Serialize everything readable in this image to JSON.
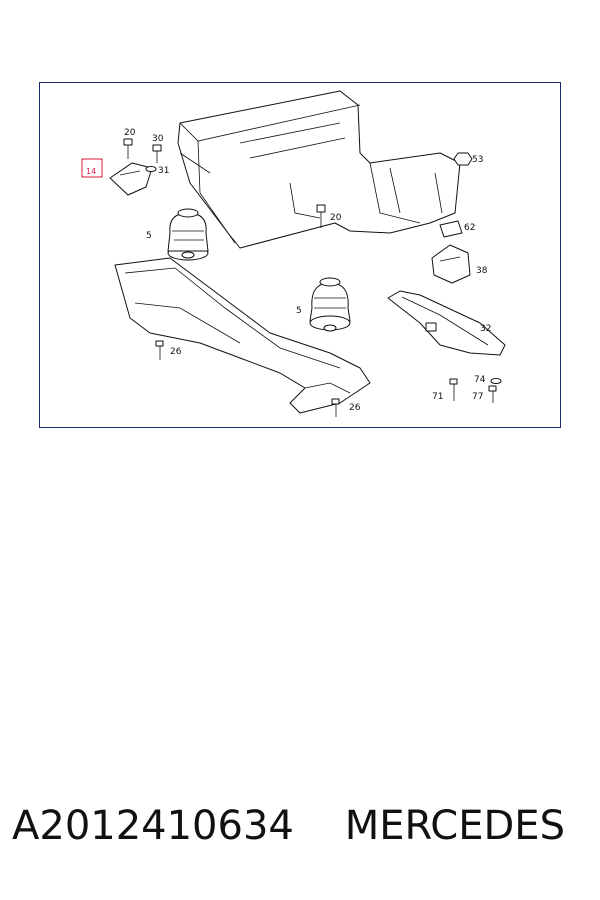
{
  "diagram": {
    "highlighted_label": "14",
    "labels": [
      "20",
      "30",
      "31",
      "53",
      "20",
      "62",
      "5",
      "38",
      "5",
      "32",
      "26",
      "74",
      "71",
      "77",
      "26"
    ]
  },
  "caption": {
    "part_number": "A2012410634",
    "brand": "MERCEDES"
  }
}
